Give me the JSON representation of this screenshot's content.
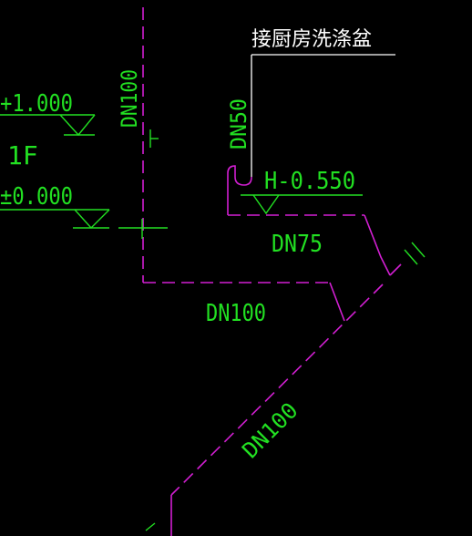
{
  "labels": {
    "sink_note": "接厨房洗涤盆",
    "level_plus": "+1.000",
    "floor": "1F",
    "level_zero": "±0.000",
    "dn100_riser": "DN100",
    "dn50": "DN50",
    "h_level": "H-0.550",
    "dn75": "DN75",
    "dn100_horizontal": "DN100",
    "dn100_diagonal": "DN100"
  },
  "colors": {
    "background": "#000000",
    "pipe": "#d21fd2",
    "annotation": "#22e022",
    "note": "#ffffff"
  }
}
